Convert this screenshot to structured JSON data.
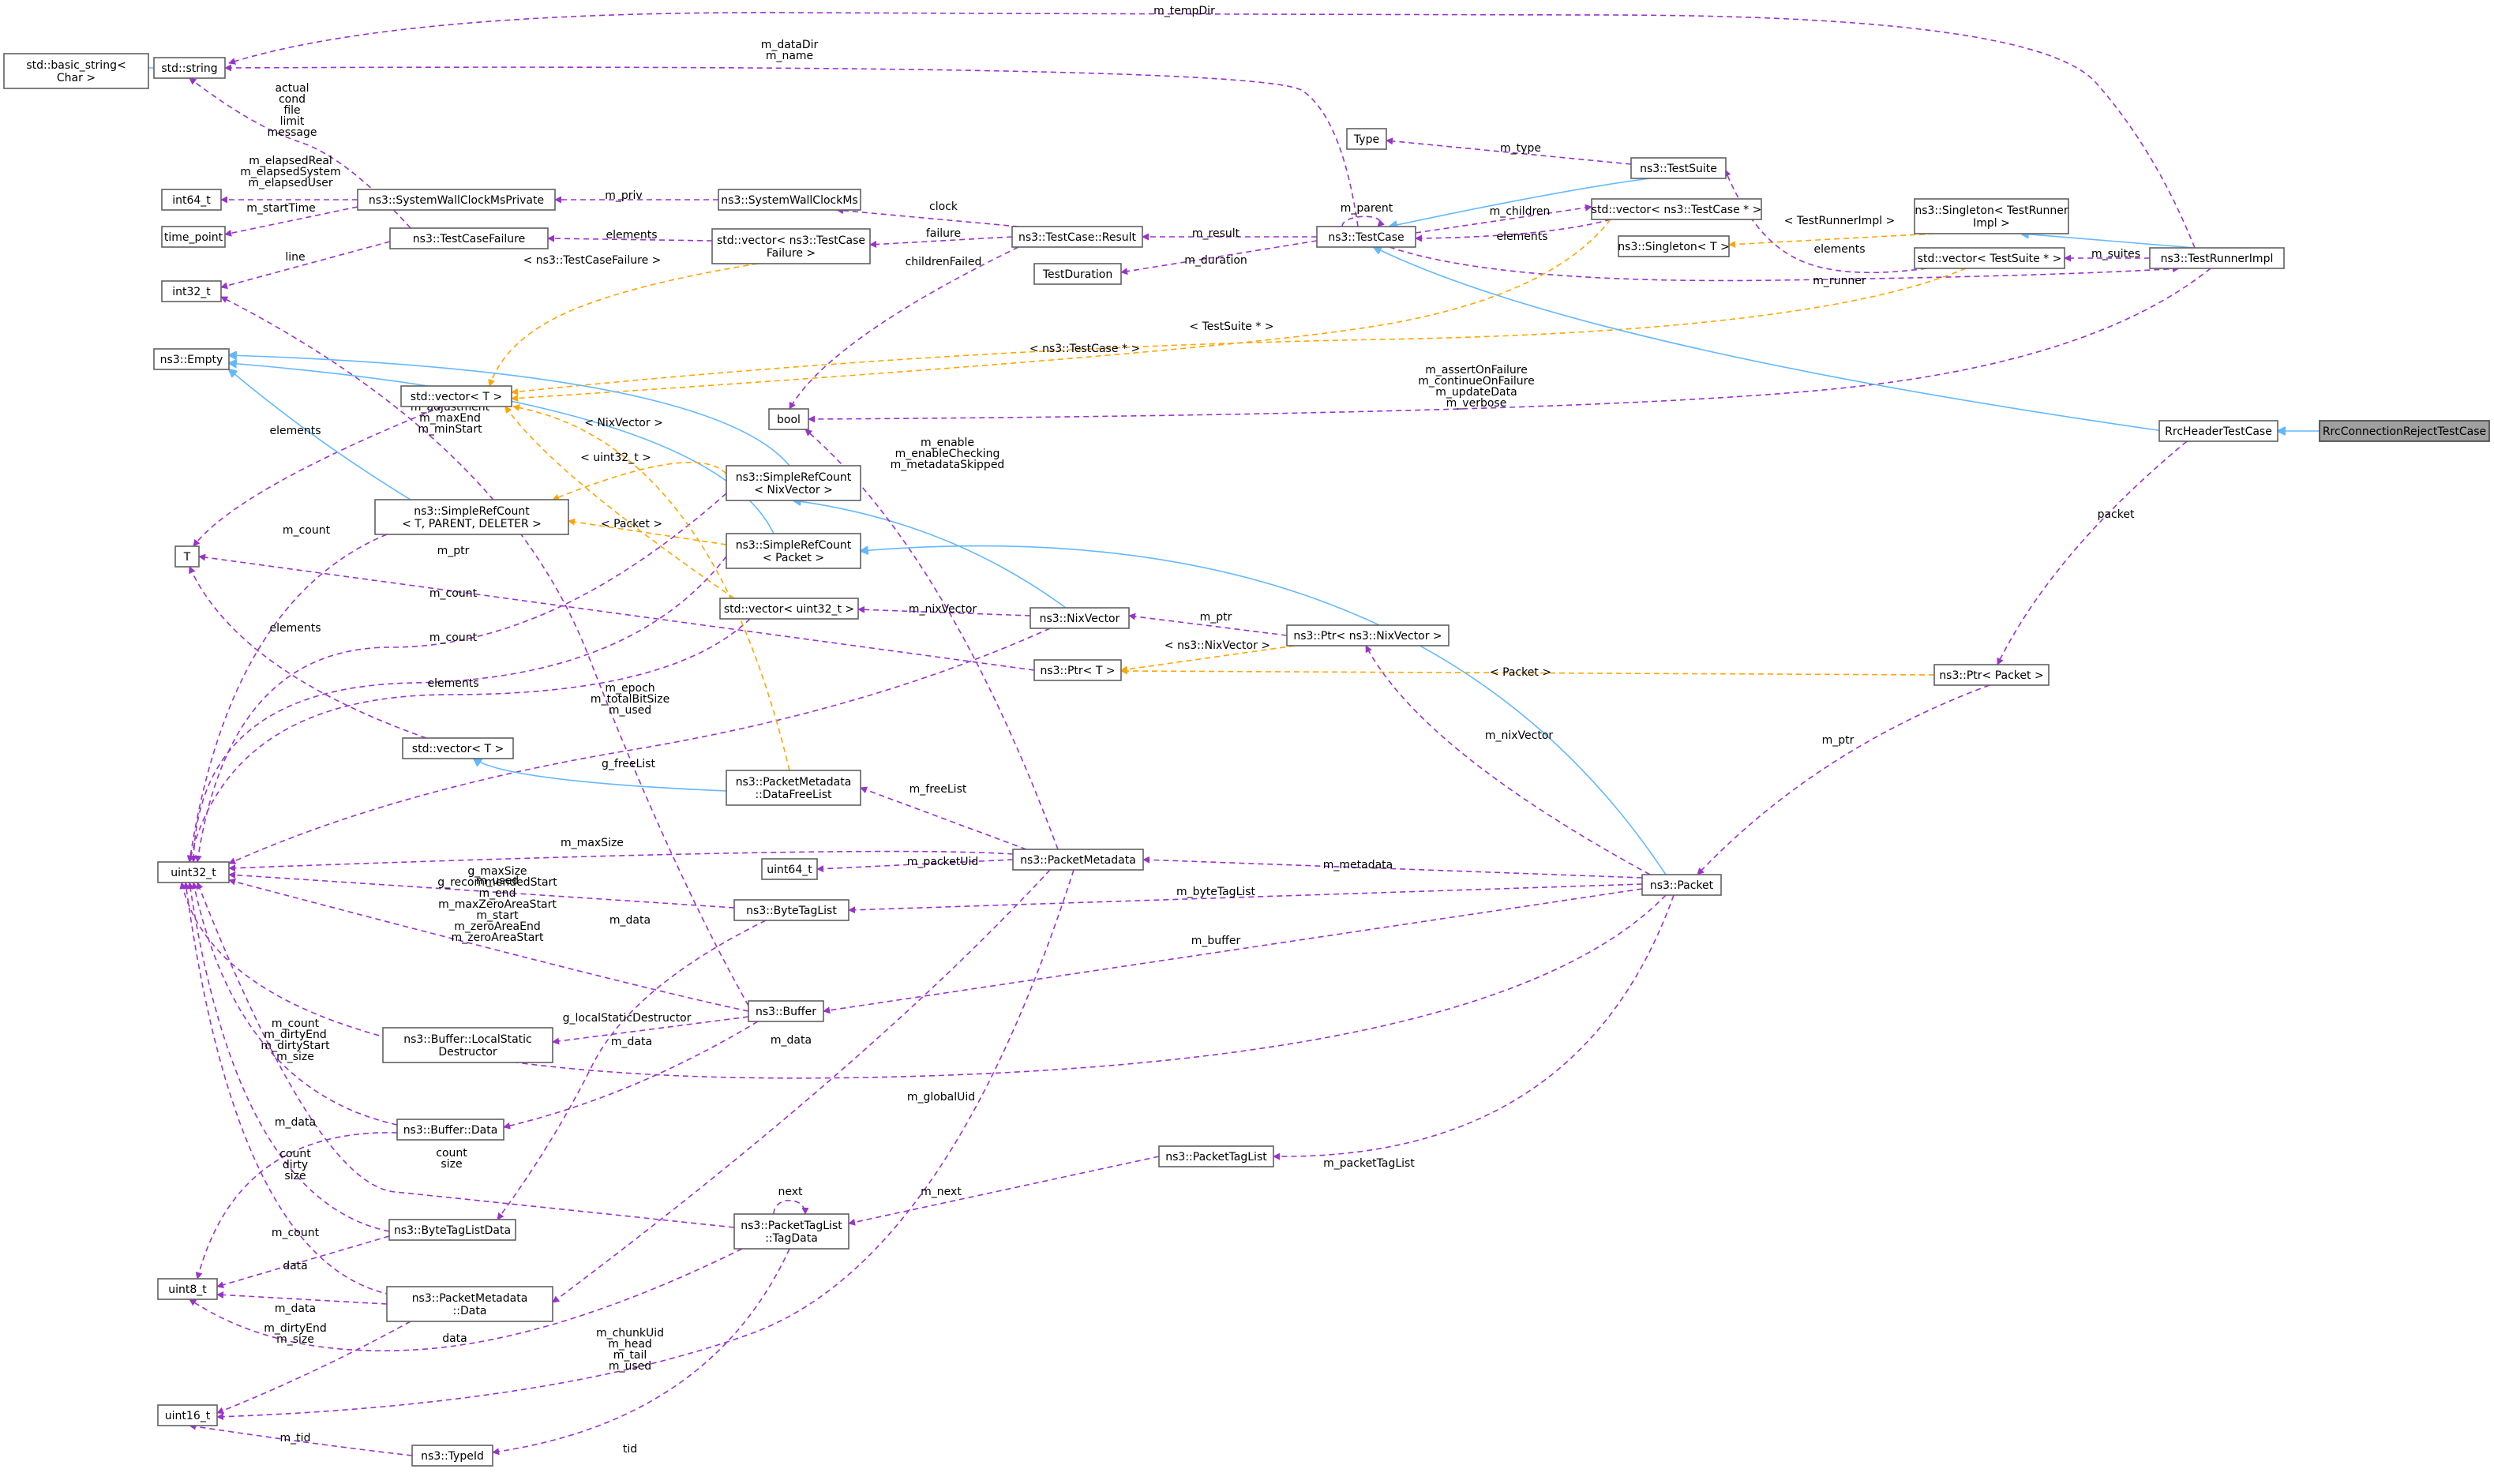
{
  "colors": {
    "usage": "#9a32cd",
    "template": "#ffa500",
    "inheritance": "#63b8ff",
    "highlight_fill": "#a0a0a0"
  },
  "nodes": [
    {
      "id": "basic_string",
      "lines": [
        "std::basic_string<",
        "Char >"
      ]
    },
    {
      "id": "string",
      "lines": [
        "std::string"
      ]
    },
    {
      "id": "int64",
      "lines": [
        "int64_t"
      ]
    },
    {
      "id": "time_point",
      "lines": [
        "time_point"
      ]
    },
    {
      "id": "int32",
      "lines": [
        "int32_t"
      ]
    },
    {
      "id": "empty",
      "lines": [
        "ns3::Empty"
      ]
    },
    {
      "id": "T",
      "lines": [
        "T"
      ]
    },
    {
      "id": "uint32",
      "lines": [
        "uint32_t"
      ]
    },
    {
      "id": "uint8",
      "lines": [
        "uint8_t"
      ]
    },
    {
      "id": "uint16",
      "lines": [
        "uint16_t"
      ]
    },
    {
      "id": "swcp",
      "lines": [
        "ns3::SystemWallClockMsPrivate"
      ]
    },
    {
      "id": "tcf",
      "lines": [
        "ns3::TestCaseFailure"
      ]
    },
    {
      "id": "vecT1",
      "lines": [
        "std::vector< T >"
      ]
    },
    {
      "id": "srcTPD",
      "lines": [
        "ns3::SimpleRefCount",
        "< T, PARENT, DELETER >"
      ]
    },
    {
      "id": "vecT2",
      "lines": [
        "std::vector< T >"
      ]
    },
    {
      "id": "bufLSD",
      "lines": [
        "ns3::Buffer::LocalStatic",
        "Destructor"
      ]
    },
    {
      "id": "bufData",
      "lines": [
        "ns3::Buffer::Data"
      ]
    },
    {
      "id": "btld",
      "lines": [
        "ns3::ByteTagListData"
      ]
    },
    {
      "id": "pmData",
      "lines": [
        "ns3::PacketMetadata",
        "::Data"
      ]
    },
    {
      "id": "typeId",
      "lines": [
        "ns3::TypeId"
      ]
    },
    {
      "id": "swc",
      "lines": [
        "ns3::SystemWallClockMs"
      ]
    },
    {
      "id": "vecTCF",
      "lines": [
        "std::vector< ns3::TestCase",
        "Failure >"
      ]
    },
    {
      "id": "bool",
      "lines": [
        "bool"
      ]
    },
    {
      "id": "srcNix",
      "lines": [
        "ns3::SimpleRefCount",
        "< NixVector >"
      ]
    },
    {
      "id": "srcPkt",
      "lines": [
        "ns3::SimpleRefCount",
        "< Packet >"
      ]
    },
    {
      "id": "vecU32",
      "lines": [
        "std::vector< uint32_t >"
      ]
    },
    {
      "id": "pmDFL",
      "lines": [
        "ns3::PacketMetadata",
        "::DataFreeList"
      ]
    },
    {
      "id": "uint64",
      "lines": [
        "uint64_t"
      ]
    },
    {
      "id": "btl",
      "lines": [
        "ns3::ByteTagList"
      ]
    },
    {
      "id": "buffer",
      "lines": [
        "ns3::Buffer"
      ]
    },
    {
      "id": "ptlTD",
      "lines": [
        "ns3::PacketTagList",
        "::TagData"
      ]
    },
    {
      "id": "tcr",
      "lines": [
        "ns3::TestCase::Result"
      ]
    },
    {
      "id": "testDur",
      "lines": [
        "TestDuration"
      ]
    },
    {
      "id": "nixVec",
      "lines": [
        "ns3::NixVector"
      ]
    },
    {
      "id": "ptrT",
      "lines": [
        "ns3::Ptr< T >"
      ]
    },
    {
      "id": "pm",
      "lines": [
        "ns3::PacketMetadata"
      ]
    },
    {
      "id": "ptl",
      "lines": [
        "ns3::PacketTagList"
      ]
    },
    {
      "id": "type",
      "lines": [
        "Type"
      ]
    },
    {
      "id": "testSuite",
      "lines": [
        "ns3::TestSuite"
      ]
    },
    {
      "id": "testCase",
      "lines": [
        "ns3::TestCase"
      ]
    },
    {
      "id": "vecTC",
      "lines": [
        "std::vector< ns3::TestCase * >"
      ]
    },
    {
      "id": "singT",
      "lines": [
        "ns3::Singleton< T >"
      ]
    },
    {
      "id": "ptrNix",
      "lines": [
        "ns3::Ptr< ns3::NixVector >"
      ]
    },
    {
      "id": "packet",
      "lines": [
        "ns3::Packet"
      ]
    },
    {
      "id": "singTRI",
      "lines": [
        "ns3::Singleton< TestRunner",
        "Impl >"
      ]
    },
    {
      "id": "vecTS",
      "lines": [
        "std::vector< TestSuite * >"
      ]
    },
    {
      "id": "tri",
      "lines": [
        "ns3::TestRunnerImpl"
      ]
    },
    {
      "id": "rhtc",
      "lines": [
        "RrcHeaderTestCase"
      ]
    },
    {
      "id": "ptrPkt",
      "lines": [
        "ns3::Ptr< Packet >"
      ]
    },
    {
      "id": "rcrtc",
      "lines": [
        "RrcConnectionRejectTestCase"
      ]
    }
  ],
  "edges": [
    {
      "from": "string",
      "to": "basic_string",
      "kind": "inheritance",
      "labels": []
    },
    {
      "from": "tri",
      "to": "string",
      "kind": "usage",
      "labels": [
        "m_tempDir"
      ]
    },
    {
      "from": "testCase",
      "to": "string",
      "kind": "usage",
      "labels": [
        "m_dataDir",
        "m_name"
      ]
    },
    {
      "from": "tcf",
      "to": "string",
      "kind": "usage",
      "labels": [
        "actual",
        "cond",
        "file",
        "limit",
        "message"
      ]
    },
    {
      "from": "swcp",
      "to": "int64",
      "kind": "usage",
      "labels": [
        "m_elapsedReal",
        "m_elapsedSystem",
        "m_elapsedUser"
      ]
    },
    {
      "from": "swcp",
      "to": "time_point",
      "kind": "usage",
      "labels": [
        "m_startTime"
      ]
    },
    {
      "from": "swc",
      "to": "swcp",
      "kind": "usage",
      "labels": [
        "m_priv"
      ]
    },
    {
      "from": "tcf",
      "to": "int32",
      "kind": "usage",
      "labels": [
        "line"
      ]
    },
    {
      "from": "buffer",
      "to": "int32",
      "kind": "usage",
      "labels": [
        "m_adjustment",
        "m_maxEnd",
        "m_minStart"
      ]
    },
    {
      "from": "vecTCF",
      "to": "tcf",
      "kind": "usage",
      "labels": [
        "elements"
      ]
    },
    {
      "from": "tcr",
      "to": "swc",
      "kind": "usage",
      "labels": [
        "clock"
      ]
    },
    {
      "from": "tcr",
      "to": "vecTCF",
      "kind": "usage",
      "labels": [
        "failure"
      ]
    },
    {
      "from": "tcr",
      "to": "bool",
      "kind": "usage",
      "labels": [
        "childrenFailed"
      ]
    },
    {
      "from": "testCase",
      "to": "tcr",
      "kind": "usage",
      "labels": [
        "m_result"
      ]
    },
    {
      "from": "testCase",
      "to": "testDur",
      "kind": "usage",
      "labels": [
        "m_duration"
      ]
    },
    {
      "from": "testCase",
      "to": "testCase",
      "kind": "usage",
      "labels": [
        "m_parent"
      ]
    },
    {
      "from": "testCase",
      "to": "vecTC",
      "kind": "usage",
      "labels": [
        "m_children"
      ]
    },
    {
      "from": "vecTC",
      "to": "testCase",
      "kind": "usage",
      "labels": [
        "elements"
      ]
    },
    {
      "from": "testSuite",
      "to": "type",
      "kind": "usage",
      "labels": [
        "m_type"
      ]
    },
    {
      "from": "testSuite",
      "to": "testCase",
      "kind": "inheritance",
      "labels": []
    },
    {
      "from": "singTRI",
      "to": "singT",
      "kind": "template",
      "labels": [
        "< TestRunnerImpl >"
      ]
    },
    {
      "from": "vecTS",
      "to": "testSuite",
      "kind": "usage",
      "labels": [
        "elements"
      ]
    },
    {
      "from": "tri",
      "to": "vecTS",
      "kind": "usage",
      "labels": [
        "m_suites"
      ]
    },
    {
      "from": "tri",
      "to": "singTRI",
      "kind": "inheritance",
      "labels": []
    },
    {
      "from": "testCase",
      "to": "tri",
      "kind": "usage",
      "labels": [
        "m_runner"
      ]
    },
    {
      "from": "tri",
      "to": "bool",
      "kind": "usage",
      "labels": [
        "m_assertOnFailure",
        "m_continueOnFailure",
        "m_updateData",
        "m_verbose"
      ]
    },
    {
      "from": "vecTS",
      "to": "vecT1",
      "kind": "template",
      "labels": [
        "< TestSuite * >"
      ]
    },
    {
      "from": "vecTC",
      "to": "vecT1",
      "kind": "template",
      "labels": [
        "< ns3::TestCase * >"
      ]
    },
    {
      "from": "vecTCF",
      "to": "vecT1",
      "kind": "template",
      "labels": [
        "< ns3::TestCaseFailure >"
      ]
    },
    {
      "from": "vecU32",
      "to": "vecT1",
      "kind": "template",
      "labels": [
        "< uint32_t >"
      ]
    },
    {
      "from": "vecT1",
      "to": "T",
      "kind": "usage",
      "labels": [
        "elements"
      ]
    },
    {
      "from": "srcTPD",
      "to": "empty",
      "kind": "inheritance",
      "labels": []
    },
    {
      "from": "srcNix",
      "to": "empty",
      "kind": "inheritance",
      "labels": []
    },
    {
      "from": "srcPkt",
      "to": "empty",
      "kind": "inheritance",
      "labels": []
    },
    {
      "from": "srcNix",
      "to": "srcTPD",
      "kind": "template",
      "labels": [
        "< NixVector >"
      ]
    },
    {
      "from": "srcPkt",
      "to": "srcTPD",
      "kind": "template",
      "labels": [
        "< Packet >"
      ]
    },
    {
      "from": "srcTPD",
      "to": "uint32",
      "kind": "usage",
      "labels": [
        "m_count"
      ]
    },
    {
      "from": "ptrT",
      "to": "T",
      "kind": "usage",
      "labels": [
        "m_ptr"
      ]
    },
    {
      "from": "srcNix",
      "to": "uint32",
      "kind": "usage",
      "labels": [
        "m_count"
      ]
    },
    {
      "from": "srcPkt",
      "to": "uint32",
      "kind": "usage",
      "labels": [
        "m_count"
      ]
    },
    {
      "from": "vecU32",
      "to": "uint32",
      "kind": "usage",
      "labels": [
        "elements"
      ]
    },
    {
      "from": "nixVec",
      "to": "vecU32",
      "kind": "usage",
      "labels": [
        "m_nixVector"
      ]
    },
    {
      "from": "nixVec",
      "to": "uint32",
      "kind": "usage",
      "labels": [
        "m_epoch",
        "m_totalBitSize",
        "m_used"
      ]
    },
    {
      "from": "nixVec",
      "to": "srcNix",
      "kind": "inheritance",
      "labels": []
    },
    {
      "from": "ptrNix",
      "to": "nixVec",
      "kind": "usage",
      "labels": [
        "m_ptr"
      ]
    },
    {
      "from": "ptrNix",
      "to": "ptrT",
      "kind": "template",
      "labels": [
        "< ns3::NixVector >"
      ]
    },
    {
      "from": "ptrPkt",
      "to": "ptrT",
      "kind": "template",
      "labels": [
        "< Packet >"
      ]
    },
    {
      "from": "vecT2",
      "to": "T",
      "kind": "usage",
      "labels": [
        "elements"
      ]
    },
    {
      "from": "pmDFL",
      "to": "vecT2",
      "kind": "inheritance",
      "labels": []
    },
    {
      "from": "pmDFL",
      "to": "vecT1",
      "kind": "template",
      "labels": [
        "g_freeList"
      ]
    },
    {
      "from": "pm",
      "to": "pmDFL",
      "kind": "usage",
      "labels": [
        "m_freeList"
      ]
    },
    {
      "from": "pm",
      "to": "bool",
      "kind": "usage",
      "labels": [
        "m_enable",
        "m_enableChecking",
        "m_metadataSkipped"
      ]
    },
    {
      "from": "pm",
      "to": "uint32",
      "kind": "usage",
      "labels": [
        "m_maxSize"
      ]
    },
    {
      "from": "pm",
      "to": "uint64",
      "kind": "usage",
      "labels": [
        "m_packetUid"
      ]
    },
    {
      "from": "pm",
      "to": "pmData",
      "kind": "usage",
      "labels": [
        "m_data"
      ]
    },
    {
      "from": "pm",
      "to": "uint16",
      "kind": "usage",
      "labels": [
        "m_chunkUid",
        "m_head",
        "m_tail",
        "m_used"
      ]
    },
    {
      "from": "btl",
      "to": "uint32",
      "kind": "usage",
      "labels": [
        "m_used"
      ]
    },
    {
      "from": "btl",
      "to": "btld",
      "kind": "usage",
      "labels": [
        "m_data"
      ]
    },
    {
      "from": "buffer",
      "to": "uint32",
      "kind": "usage",
      "labels": [
        "g_maxSize",
        "g_recommendedStart",
        "m_end",
        "m_maxZeroAreaStart",
        "m_start",
        "m_zeroAreaEnd",
        "m_zeroAreaStart"
      ]
    },
    {
      "from": "buffer",
      "to": "bufLSD",
      "kind": "usage",
      "labels": [
        "g_localStaticDestructor"
      ]
    },
    {
      "from": "buffer",
      "to": "bufData",
      "kind": "usage",
      "labels": [
        "m_data"
      ]
    },
    {
      "from": "bufData",
      "to": "uint32",
      "kind": "usage",
      "labels": [
        "m_count",
        "m_dirtyEnd",
        "m_dirtyStart",
        "m_size"
      ]
    },
    {
      "from": "bufData",
      "to": "uint8",
      "kind": "usage",
      "labels": [
        "m_data"
      ]
    },
    {
      "from": "btld",
      "to": "uint32",
      "kind": "usage",
      "labels": [
        "count",
        "dirty",
        "size"
      ]
    },
    {
      "from": "btld",
      "to": "uint8",
      "kind": "usage",
      "labels": [
        "data"
      ]
    },
    {
      "from": "pmData",
      "to": "uint32",
      "kind": "usage",
      "labels": [
        "m_count"
      ]
    },
    {
      "from": "pmData",
      "to": "uint8",
      "kind": "usage",
      "labels": [
        "m_data"
      ]
    },
    {
      "from": "pmData",
      "to": "uint16",
      "kind": "usage",
      "labels": [
        "m_dirtyEnd",
        "m_size"
      ]
    },
    {
      "from": "ptlTD",
      "to": "uint32",
      "kind": "usage",
      "labels": [
        "count",
        "size"
      ]
    },
    {
      "from": "ptlTD",
      "to": "uint8",
      "kind": "usage",
      "labels": [
        "data"
      ]
    },
    {
      "from": "ptlTD",
      "to": "ptlTD",
      "kind": "usage",
      "labels": [
        "next"
      ]
    },
    {
      "from": "ptlTD",
      "to": "typeId",
      "kind": "usage",
      "labels": [
        "tid"
      ]
    },
    {
      "from": "typeId",
      "to": "uint16",
      "kind": "usage",
      "labels": [
        "m_tid"
      ]
    },
    {
      "from": "ptl",
      "to": "ptlTD",
      "kind": "usage",
      "labels": [
        "m_next"
      ]
    },
    {
      "from": "packet",
      "to": "pm",
      "kind": "usage",
      "labels": [
        "m_metadata"
      ]
    },
    {
      "from": "packet",
      "to": "btl",
      "kind": "usage",
      "labels": [
        "m_byteTagList"
      ]
    },
    {
      "from": "packet",
      "to": "buffer",
      "kind": "usage",
      "labels": [
        "m_buffer"
      ]
    },
    {
      "from": "packet",
      "to": "uint32",
      "kind": "usage",
      "labels": [
        "m_globalUid"
      ]
    },
    {
      "from": "packet",
      "to": "ptl",
      "kind": "usage",
      "labels": [
        "m_packetTagList"
      ]
    },
    {
      "from": "packet",
      "to": "ptrNix",
      "kind": "usage",
      "labels": [
        "m_nixVector"
      ]
    },
    {
      "from": "packet",
      "to": "srcPkt",
      "kind": "inheritance",
      "labels": []
    },
    {
      "from": "ptrPkt",
      "to": "packet",
      "kind": "usage",
      "labels": [
        "m_ptr"
      ]
    },
    {
      "from": "rhtc",
      "to": "ptrPkt",
      "kind": "usage",
      "labels": [
        "packet"
      ]
    },
    {
      "from": "rhtc",
      "to": "testCase",
      "kind": "inheritance",
      "labels": []
    },
    {
      "from": "rcrtc",
      "to": "rhtc",
      "kind": "inheritance",
      "labels": []
    }
  ]
}
